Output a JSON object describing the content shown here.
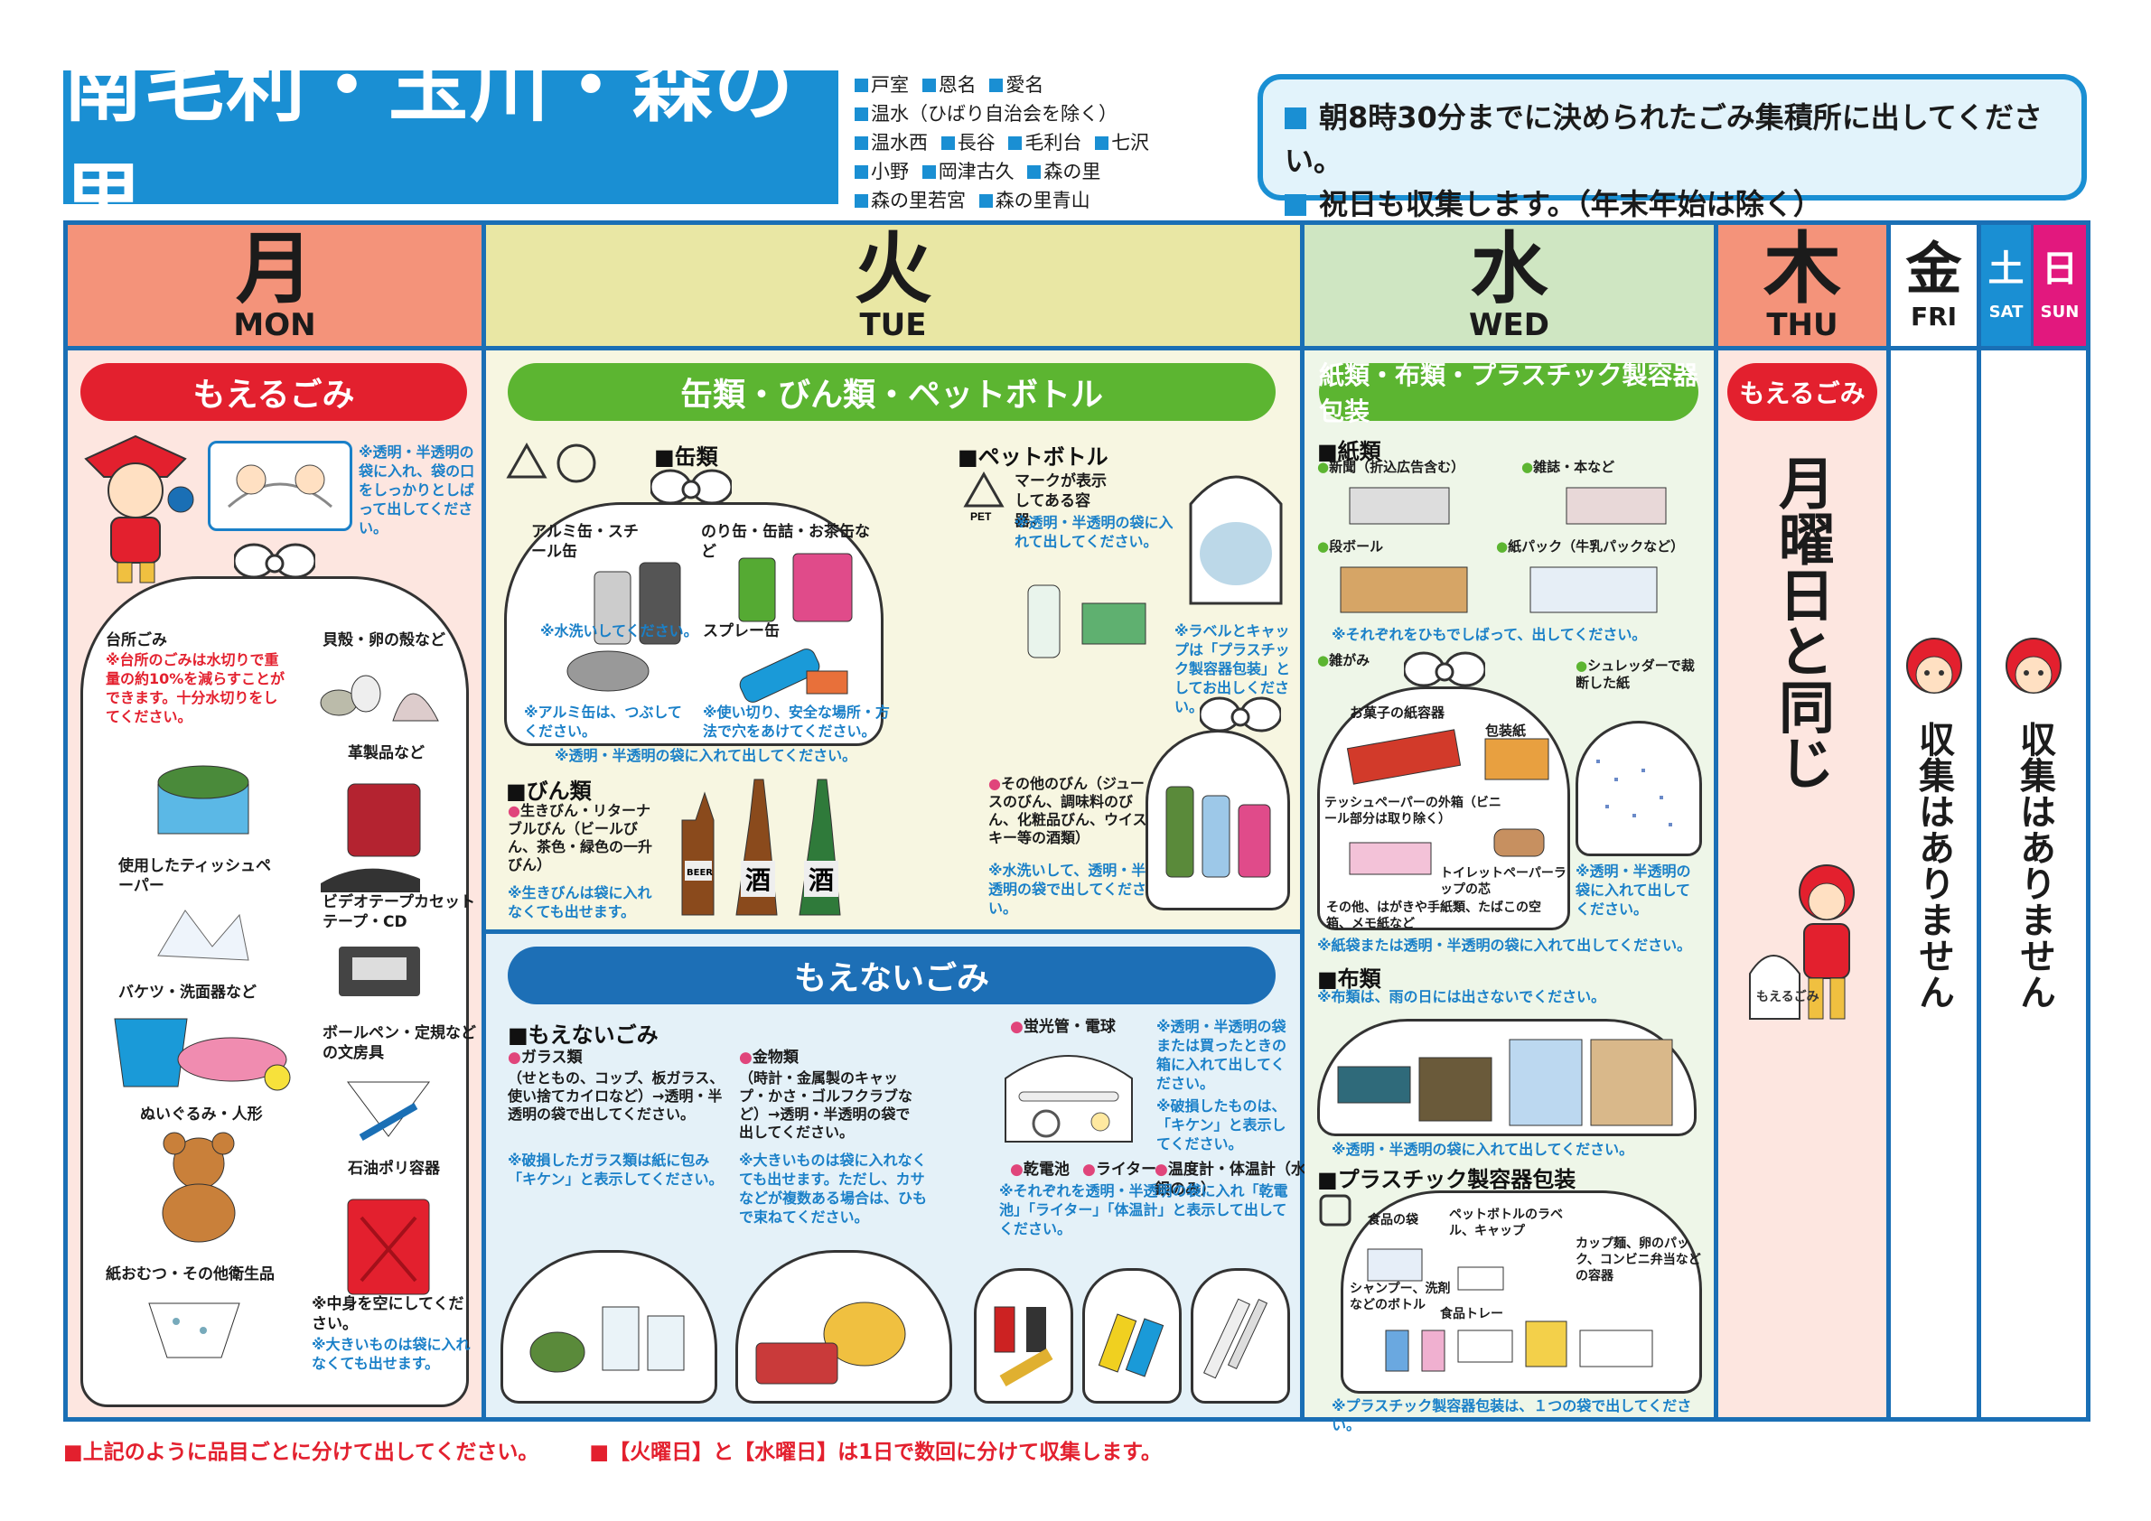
{
  "header": {
    "title": "南毛利・玉川・森の里",
    "areas": [
      [
        "戸室",
        "恩名",
        "愛名"
      ],
      [
        "温水（ひばり自治会を除く）"
      ],
      [
        "温水西",
        "長谷",
        "毛利台",
        "七沢"
      ],
      [
        "小野",
        "岡津古久",
        "森の里"
      ],
      [
        "森の里若宮",
        "森の里青山"
      ]
    ],
    "notice": [
      "朝8時30分までに決められたごみ集積所に出してください。",
      "祝日も収集します。（年末年始は除く）"
    ]
  },
  "days": {
    "mon": {
      "jp": "月",
      "en": "MON"
    },
    "tue": {
      "jp": "火",
      "en": "TUE"
    },
    "wed": {
      "jp": "水",
      "en": "WED"
    },
    "thu": {
      "jp": "木",
      "en": "THU"
    },
    "fri": {
      "jp": "金",
      "en": "FRI"
    },
    "sat": {
      "jp": "土",
      "en": "SAT"
    },
    "sun": {
      "jp": "日",
      "en": "SUN"
    }
  },
  "colors": {
    "mon": "#f4937a",
    "tue": "#e9e7a4",
    "wed": "#cfe6c2",
    "thu": "#f4937a",
    "sat": "#1a8fd3",
    "sun": "#e2187e",
    "blue": "#1a8fd3",
    "red": "#e3202e"
  },
  "mon": {
    "category": "もえるごみ",
    "bag_note": "※透明・半透明の袋に入れ、袋の口をしっかりとしばって出してください。",
    "kitchen": "台所ごみ",
    "kitchen_note": "※台所のごみは水切りで重量の約10%を減らすことができます。十分水切りをしてください。",
    "shells": "貝殻・卵の殻など",
    "leather": "革製品など",
    "tissue": "使用したティッシュペーパー",
    "video": "ビデオテープカセットテープ・CD",
    "bucket": "バケツ・洗面器など",
    "pens": "ボールペン・定規などの文房具",
    "toys": "ぬいぐるみ・人形",
    "tank": "石油ポリ容器",
    "diaper": "紙おむつ・その他衛生品",
    "tank_note": "※中身を空にしてください。",
    "big_note": "※大きいものは袋に入れなくても出せます。"
  },
  "tue": {
    "category": "缶類・びん類・ペットボトル",
    "cans": "■缶類",
    "can_types": "アルミ缶・スチール缶",
    "can_types2": "のり缶・缶詰・お茶缶など",
    "spray": "スプレー缶",
    "wash_note": "※水洗いしてください。",
    "crush_note": "※アルミ缶は、つぶしてください。",
    "spray_note": "※使い切り、安全な場所・方法で穴をあけてください。",
    "bag_note": "※透明・半透明の袋に入れて出してください。",
    "pet": "■ペットボトル",
    "pet_mark": "マークが表示してある容器。",
    "pet_note": "※透明・半透明の袋に入れて出してください。",
    "label_note": "※ラベルとキャップは「プラスチック製容器包装」としてお出しください。",
    "bottles": "■びん類",
    "bottle_types": "生きびん・リターナブルびん（ビールびん、茶色・緑色の一升びん）",
    "bottle_note": "※生きびんは袋に入れなくても出せます。",
    "other_bottles": "その他のびん（ジュースのびん、調味料のびん、化粧品びん、ウイスキー等の酒類）",
    "other_note": "※水洗いして、透明・半透明の袋で出してください。",
    "beer_label": "BEER",
    "sake_label": "酒"
  },
  "nonburn": {
    "category": "もえないごみ",
    "head": "■もえないごみ",
    "glass": "ガラス類",
    "glass_desc": "（せともの、コップ、板ガラス、使い捨てカイロなど）→透明・半透明の袋で出してください。",
    "glass_note": "※破損したガラス類は紙に包み「キケン」と表示してください。",
    "metal": "金物類",
    "metal_desc": "（時計・金属製のキャップ・かさ・ゴルフクラブなど）→透明・半透明の袋で出してください。",
    "metal_note": "※大きいものは袋に入れなくても出せます。ただし、カサなどが複数ある場合は、ひもで束ねてください。",
    "lamps": "蛍光管・電球",
    "lamps_note": "※透明・半透明の袋または買ったときの箱に入れて出してください。",
    "broken_note": "※破損したものは、「キケン」と表示してください。",
    "batteries": "乾電池",
    "lighter": "ライター",
    "thermo": "温度計・体温計（水銀のみ）",
    "battery_note": "※それぞれを透明・半透明の袋に入れ「乾電池」「ライター」「体温計」と表示して出してください。"
  },
  "wed": {
    "category": "紙類・布類・プラスチック製容器包装",
    "paper": "■紙類",
    "news": "新聞（折込広告含む）",
    "mags": "雑誌・本など",
    "cardboard": "段ボール",
    "cartons": "紙パック（牛乳パックなど）",
    "tie_note": "※それぞれをひもでしばって、出してください。",
    "misc": "雑がみ",
    "shred": "シュレッダーで裁断した紙",
    "snack": "お菓子の紙容器",
    "wrap": "包装紙",
    "tissuebox": "テッシュペーパーの外箱（ビニール部分は取り除く）",
    "roll": "トイレットペーパーラップの芯",
    "others": "その他、はがきや手紙類、たばこの空箱、メモ紙など",
    "shred_note": "※透明・半透明の袋に入れて出してください。",
    "paperbag_note": "※紙袋または透明・半透明の袋に入れて出してください。",
    "cloth": "■布類",
    "cloth_rain": "※布類は、雨の日には出さないでください。",
    "cloth_note": "※透明・半透明の袋に入れて出してください。",
    "plastic": "■プラスチック製容器包装",
    "food_bag": "食品の袋",
    "pet_label": "ペットボトルのラベル、キャップ",
    "cups": "カップ麺、卵のパック、コンビニ弁当などの容器",
    "shampoo": "シャンプー、洗剤などのボトル",
    "tray": "食品トレー",
    "plastic_note": "※プラスチック製容器包装は、１つの袋で出してください。"
  },
  "thu": {
    "category": "もえるごみ",
    "same": "月曜日と同じ",
    "bag_label": "もえるごみ"
  },
  "fri": {
    "none": "収集はありません"
  },
  "weekend": {
    "none": "収集はありません"
  },
  "footer": [
    "■上記のように品目ごとに分けて出してください。",
    "■【火曜日】と【水曜日】は1日で数回に分けて収集します。"
  ]
}
